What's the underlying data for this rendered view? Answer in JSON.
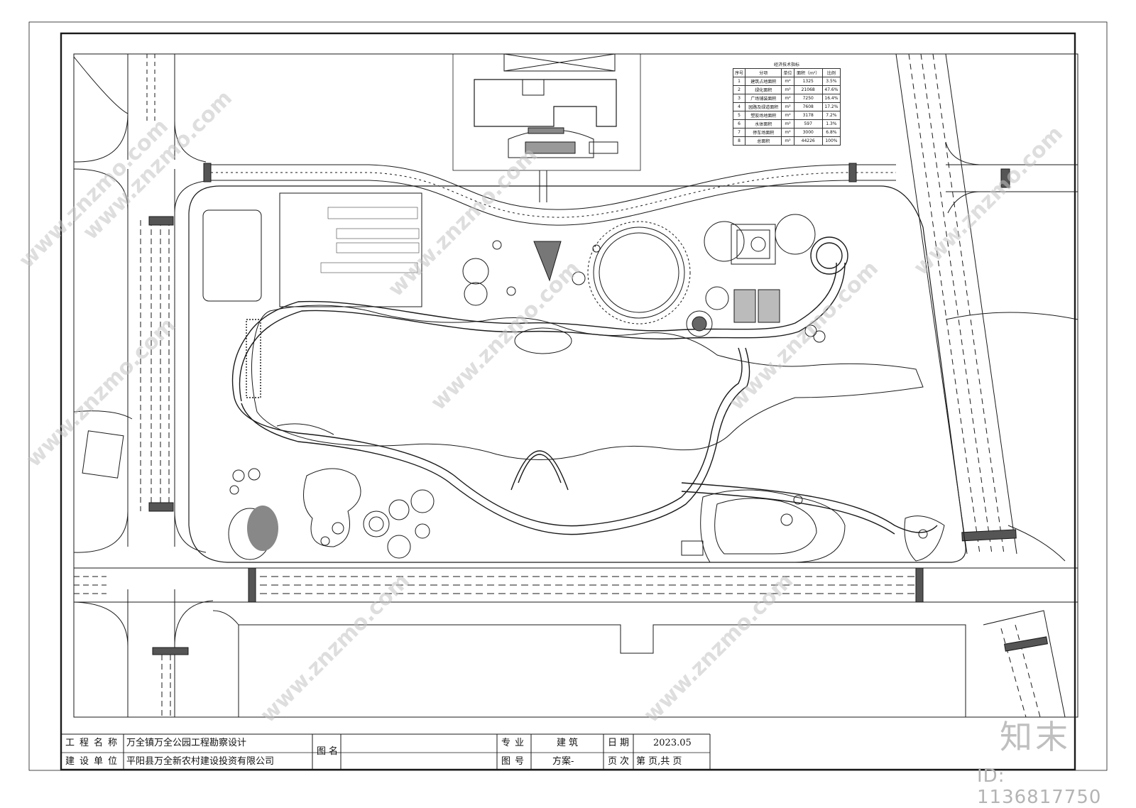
{
  "title_block": {
    "project_name_label": "工程名称",
    "project_name": "万全镇万全公园工程勘察设计",
    "client_label": "建设单位",
    "client": "平阳县万全新农村建设投资有限公司",
    "drawing_name_label": "图名",
    "drawing_name": "",
    "discipline_label": "专业",
    "discipline": "建筑",
    "date_label": "日期",
    "date": "2023.05",
    "drawing_no_label": "图号",
    "drawing_no": "方案-",
    "page_label": "页次",
    "page_text": "第 页,共 页"
  },
  "index_table": {
    "title": "经济技术指标",
    "headers": [
      "序号",
      "分项",
      "单位",
      "面积（m²）",
      "比例"
    ],
    "rows": [
      [
        "1",
        "建筑占地面积",
        "m²",
        "1325",
        "3.5%"
      ],
      [
        "2",
        "绿化面积",
        "m²",
        "21068",
        "47.6%"
      ],
      [
        "3",
        "广场铺装面积",
        "m²",
        "7250",
        "16.4%"
      ],
      [
        "4",
        "园路及绿道面积",
        "m²",
        "7608",
        "17.2%"
      ],
      [
        "5",
        "塑胶场地面积",
        "m²",
        "3178",
        "7.2%"
      ],
      [
        "6",
        "水体面积",
        "m²",
        "597",
        "1.3%"
      ],
      [
        "7",
        "停车场面积",
        "m²",
        "3000",
        "6.8%"
      ],
      [
        "8",
        "总面积",
        "m²",
        "44226",
        "100%"
      ]
    ]
  },
  "watermark": {
    "site": "www.znzmo.com",
    "brand": "知末",
    "id_text": "ID: 1136817750"
  }
}
